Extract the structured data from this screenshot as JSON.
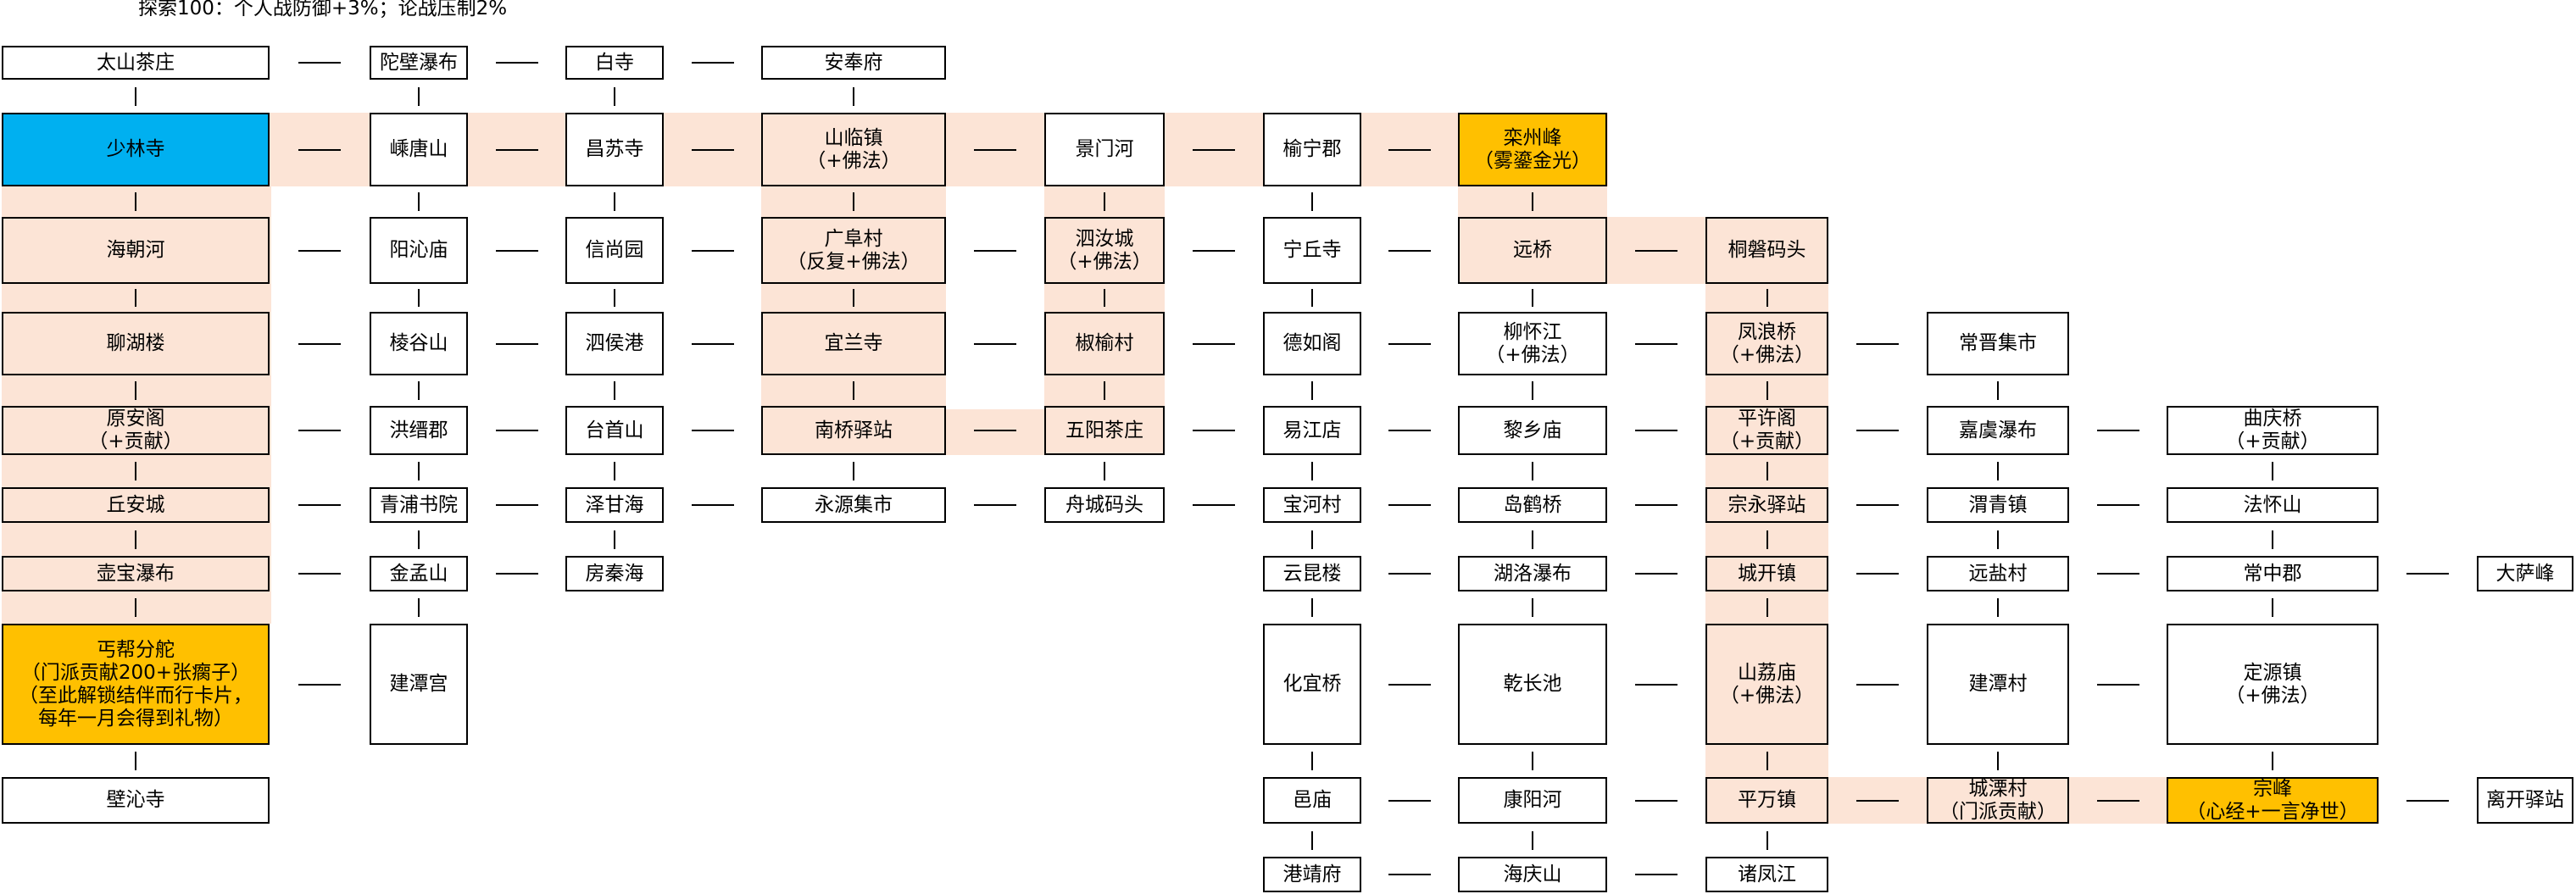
{
  "header": "探索100：个人战防御+3%；论战压制2%",
  "nodes": {
    "n0": [
      "太山茶庄"
    ],
    "n1": [
      "陀壁瀑布"
    ],
    "n2": [
      "白寺"
    ],
    "n3": [
      "安奉府"
    ],
    "n4": [
      "少林寺"
    ],
    "n5": [
      "嵊唐山"
    ],
    "n6": [
      "昌苏寺"
    ],
    "n7": [
      "山临镇",
      "（+佛法）"
    ],
    "n8": [
      "景门河"
    ],
    "n9": [
      "榆宁郡"
    ],
    "n10": [
      "栾州峰",
      "（雾鎏金光）"
    ],
    "n11": [
      "海朝河"
    ],
    "n12": [
      "阳沁庙"
    ],
    "n13": [
      "信尚园"
    ],
    "n14": [
      "广阜村",
      "（反复+佛法）"
    ],
    "n15": [
      "泗汝城",
      "（+佛法）"
    ],
    "n16": [
      "宁丘寺"
    ],
    "n17": [
      "远桥"
    ],
    "n18": [
      "桐磐码头"
    ],
    "n19": [
      "聊湖楼"
    ],
    "n20": [
      "棱谷山"
    ],
    "n21": [
      "泗侯港"
    ],
    "n22": [
      "宜兰寺"
    ],
    "n23": [
      "椒榆村"
    ],
    "n24": [
      "德如阁"
    ],
    "n25": [
      "柳怀江",
      "（+佛法）"
    ],
    "n26": [
      "凤浪桥",
      "（+佛法）"
    ],
    "n27": [
      "常晋集市"
    ],
    "n28": [
      "原安阁",
      "（+贡献）"
    ],
    "n29": [
      "洪缙郡"
    ],
    "n30": [
      "台首山"
    ],
    "n31": [
      "南桥驿站"
    ],
    "n32": [
      "五阳茶庄"
    ],
    "n33": [
      "易江店"
    ],
    "n34": [
      "黎乡庙"
    ],
    "n35": [
      "平许阁",
      "（+贡献）"
    ],
    "n36": [
      "嘉虞瀑布"
    ],
    "n37": [
      "曲庆桥",
      "（+贡献）"
    ],
    "n38": [
      "丘安城"
    ],
    "n39": [
      "青浦书院"
    ],
    "n40": [
      "泽甘海"
    ],
    "n41": [
      "永源集市"
    ],
    "n42": [
      "舟城码头"
    ],
    "n43": [
      "宝河村"
    ],
    "n44": [
      "岛鹤桥"
    ],
    "n45": [
      "宗永驿站"
    ],
    "n46": [
      "渭青镇"
    ],
    "n47": [
      "法怀山"
    ],
    "n48": [
      "壶宝瀑布"
    ],
    "n49": [
      "金孟山"
    ],
    "n50": [
      "房秦海"
    ],
    "n51": [
      "云昆楼"
    ],
    "n52": [
      "湖洛瀑布"
    ],
    "n53": [
      "城开镇"
    ],
    "n54": [
      "远盐村"
    ],
    "n55": [
      "常中郡"
    ],
    "n56": [
      "大萨峰"
    ],
    "n57": [
      "丐帮分舵",
      "（门派贡献200+张瘸子）",
      "（至此解锁结伴而行卡片，",
      "每年一月会得到礼物）"
    ],
    "n58": [
      "建潭宫"
    ],
    "n59": [
      "化宜桥"
    ],
    "n60": [
      "乾长池"
    ],
    "n61": [
      "山荔庙",
      "（+佛法）"
    ],
    "n62": [
      "建潭村"
    ],
    "n63": [
      "定源镇",
      "（+佛法）"
    ],
    "n64": [
      "壁沁寺"
    ],
    "n65": [
      "邑庙"
    ],
    "n66": [
      "康阳河"
    ],
    "n67": [
      "平万镇"
    ],
    "n68": [
      "城溧村",
      "（门派贡献）"
    ],
    "n69": [
      "宗峰",
      "（心经+一言净世）"
    ],
    "n70": [
      "离开驿站"
    ],
    "n71": [
      "港靖府"
    ],
    "n72": [
      "海庆山"
    ],
    "n73": [
      "诸凤江"
    ]
  },
  "colors": {
    "path": "#fce4d6",
    "start": "#00b0f0",
    "reward": "#ffc000"
  }
}
